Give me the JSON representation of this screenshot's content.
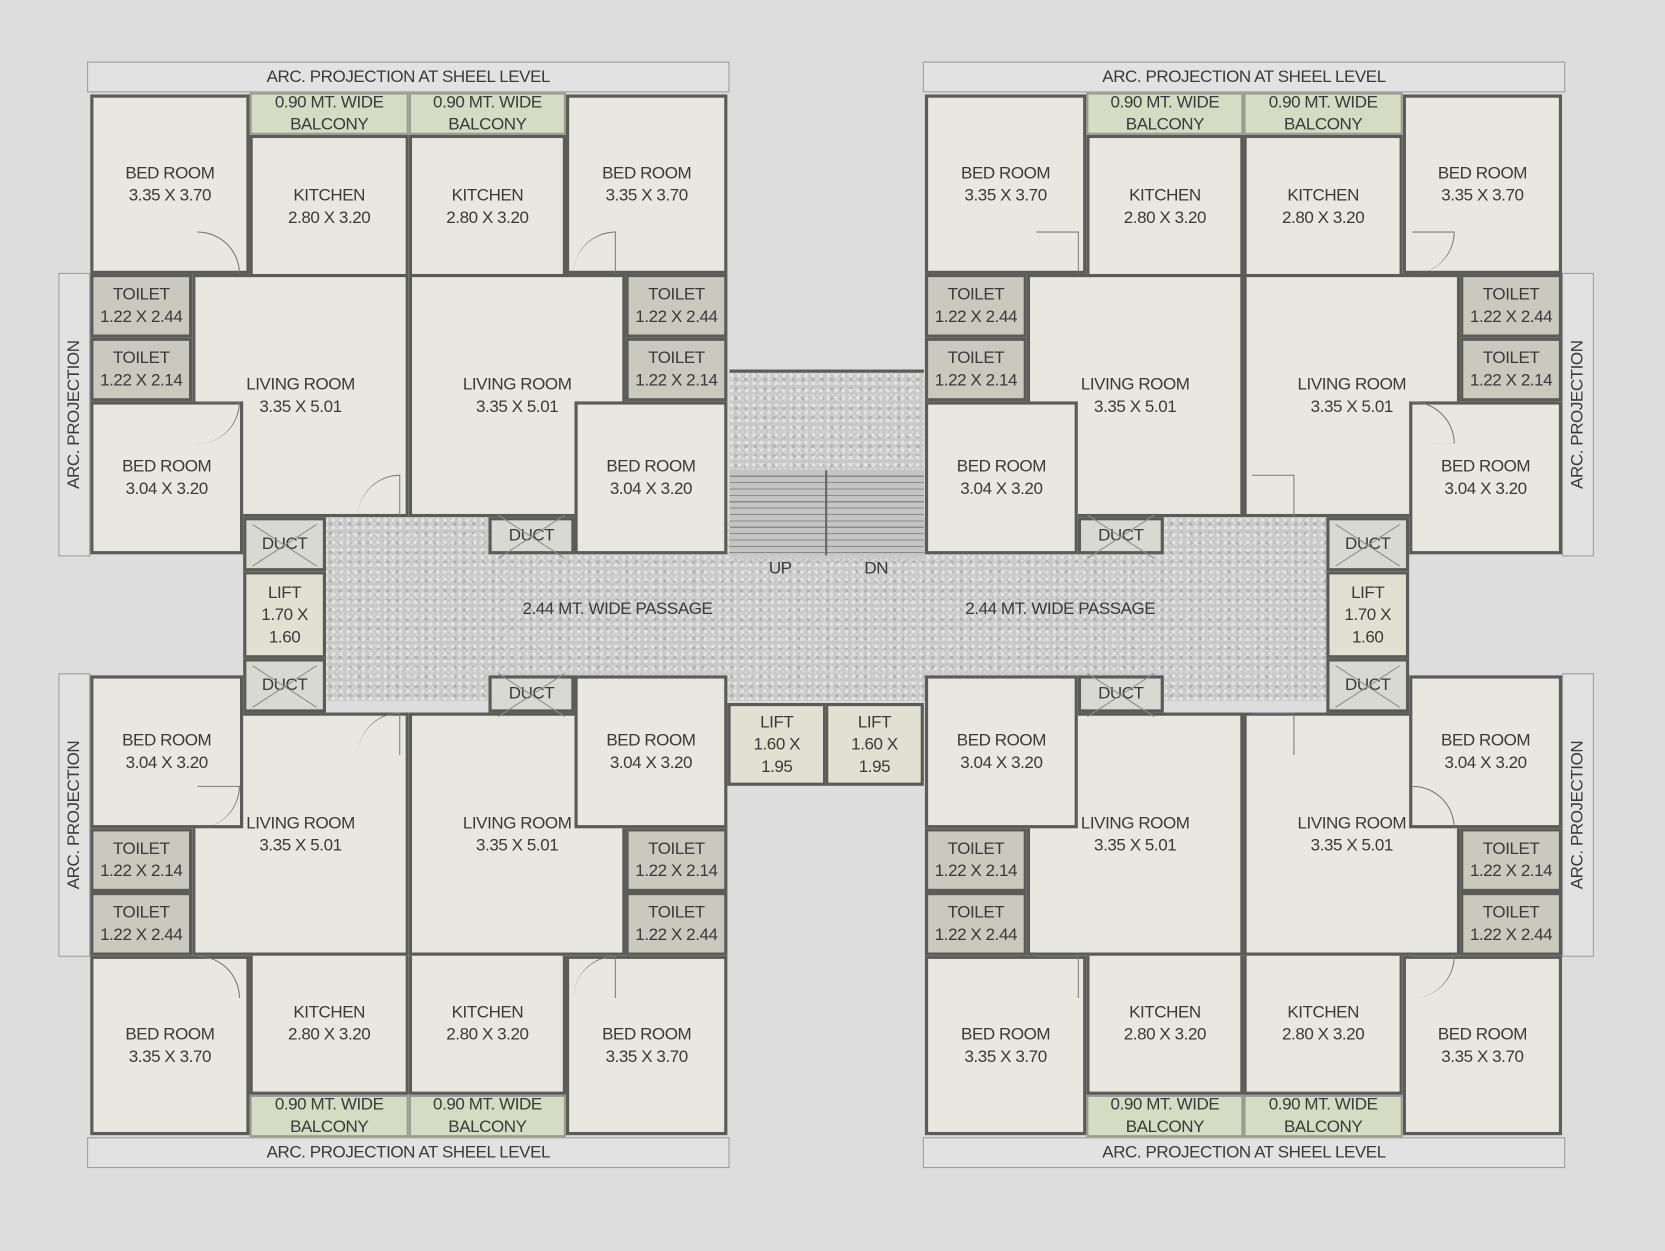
{
  "units": [
    {
      "position": "top-left",
      "arc_top": "ARC. PROJECTION AT SHEEL LEVEL",
      "arc_side": "ARC. PROJECTION",
      "rooms": [
        {
          "name": "BED ROOM",
          "size": "3.35 X 3.70"
        },
        {
          "name": "0.90 MT. WIDE",
          "size": "BALCONY"
        },
        {
          "name": "KITCHEN",
          "size": "2.80 X 3.20"
        },
        {
          "name": "0.90 MT. WIDE",
          "size": "BALCONY"
        },
        {
          "name": "KITCHEN",
          "size": "2.80 X 3.20"
        },
        {
          "name": "BED ROOM",
          "size": "3.35 X 3.70"
        },
        {
          "name": "LIVING ROOM",
          "size": "3.35 X 5.01"
        },
        {
          "name": "LIVING ROOM",
          "size": "3.35 X 5.01"
        },
        {
          "name": "TOILET",
          "size": "1.22 X 2.44"
        },
        {
          "name": "TOILET",
          "size": "1.22 X 2.14"
        },
        {
          "name": "TOILET",
          "size": "1.22 X 2.44"
        },
        {
          "name": "TOILET",
          "size": "1.22 X 2.14"
        },
        {
          "name": "BED ROOM",
          "size": "3.04 X 3.20"
        },
        {
          "name": "BED ROOM",
          "size": "3.04 X 3.20"
        },
        {
          "name": "DUCT",
          "size": ""
        },
        {
          "name": "DUCT",
          "size": ""
        }
      ]
    },
    {
      "position": "top-right",
      "arc_top": "ARC. PROJECTION AT SHEEL LEVEL",
      "arc_side": "ARC. PROJECTION",
      "rooms": [
        {
          "name": "BED ROOM",
          "size": "3.35 X 3.70"
        },
        {
          "name": "0.90 MT. WIDE",
          "size": "BALCONY"
        },
        {
          "name": "KITCHEN",
          "size": "2.80 X 3.20"
        },
        {
          "name": "0.90 MT. WIDE",
          "size": "BALCONY"
        },
        {
          "name": "KITCHEN",
          "size": "2.80 X 3.20"
        },
        {
          "name": "BED ROOM",
          "size": "3.35 X 3.70"
        },
        {
          "name": "LIVING ROOM",
          "size": "3.35 X 5.01"
        },
        {
          "name": "LIVING ROOM",
          "size": "3.35 X 5.01"
        },
        {
          "name": "TOILET",
          "size": "1.22 X 2.44"
        },
        {
          "name": "TOILET",
          "size": "1.22 X 2.14"
        },
        {
          "name": "TOILET",
          "size": "1.22 X 2.44"
        },
        {
          "name": "TOILET",
          "size": "1.22 X 2.14"
        },
        {
          "name": "BED ROOM",
          "size": "3.04 X 3.20"
        },
        {
          "name": "BED ROOM",
          "size": "3.04 X 3.20"
        },
        {
          "name": "DUCT",
          "size": ""
        },
        {
          "name": "DUCT",
          "size": ""
        }
      ]
    },
    {
      "position": "bottom-left",
      "arc_top": "ARC. PROJECTION AT SHEEL LEVEL",
      "arc_side": "ARC. PROJECTION",
      "rooms": [
        {
          "name": "BED ROOM",
          "size": "3.35 X 3.70"
        },
        {
          "name": "0.90 MT. WIDE",
          "size": "BALCONY"
        },
        {
          "name": "KITCHEN",
          "size": "2.80 X 3.20"
        },
        {
          "name": "0.90 MT. WIDE",
          "size": "BALCONY"
        },
        {
          "name": "KITCHEN",
          "size": "2.80 X 3.20"
        },
        {
          "name": "BED ROOM",
          "size": "3.35 X 3.70"
        },
        {
          "name": "LIVING ROOM",
          "size": "3.35 X 5.01"
        },
        {
          "name": "LIVING ROOM",
          "size": "3.35 X 5.01"
        },
        {
          "name": "TOILET",
          "size": "1.22 X 2.44"
        },
        {
          "name": "TOILET",
          "size": "1.22 X 2.14"
        },
        {
          "name": "TOILET",
          "size": "1.22 X 2.44"
        },
        {
          "name": "TOILET",
          "size": "1.22 X 2.14"
        },
        {
          "name": "BED ROOM",
          "size": "3.04 X 3.20"
        },
        {
          "name": "BED ROOM",
          "size": "3.04 X 3.20"
        },
        {
          "name": "DUCT",
          "size": ""
        },
        {
          "name": "DUCT",
          "size": ""
        }
      ]
    },
    {
      "position": "bottom-right",
      "arc_top": "ARC. PROJECTION AT SHEEL LEVEL",
      "arc_side": "ARC. PROJECTION",
      "rooms": [
        {
          "name": "BED ROOM",
          "size": "3.35 X 3.70"
        },
        {
          "name": "0.90 MT. WIDE",
          "size": "BALCONY"
        },
        {
          "name": "KITCHEN",
          "size": "2.80 X 3.20"
        },
        {
          "name": "0.90 MT. WIDE",
          "size": "BALCONY"
        },
        {
          "name": "KITCHEN",
          "size": "2.80 X 3.20"
        },
        {
          "name": "BED ROOM",
          "size": "3.35 X 3.70"
        },
        {
          "name": "LIVING ROOM",
          "size": "3.35 X 5.01"
        },
        {
          "name": "LIVING ROOM",
          "size": "3.35 X 5.01"
        },
        {
          "name": "TOILET",
          "size": "1.22 X 2.44"
        },
        {
          "name": "TOILET",
          "size": "1.22 X 2.14"
        },
        {
          "name": "TOILET",
          "size": "1.22 X 2.44"
        },
        {
          "name": "TOILET",
          "size": "1.22 X 2.14"
        },
        {
          "name": "BED ROOM",
          "size": "3.04 X 3.20"
        },
        {
          "name": "BED ROOM",
          "size": "3.04 X 3.20"
        },
        {
          "name": "DUCT",
          "size": ""
        },
        {
          "name": "DUCT",
          "size": ""
        }
      ]
    }
  ],
  "side_lifts": [
    {
      "l1": "LIFT",
      "l2": "1.70 X",
      "l3": "1.60"
    },
    {
      "l1": "LIFT",
      "l2": "1.70 X",
      "l3": "1.60"
    }
  ],
  "core": {
    "passage_left": "2.44 MT. WIDE PASSAGE",
    "passage_right": "2.44 MT. WIDE PASSAGE",
    "stair_up": "UP",
    "stair_down": "DN",
    "lifts": [
      {
        "l1": "LIFT",
        "l2": "1.60 X",
        "l3": "1.95"
      },
      {
        "l1": "LIFT",
        "l2": "1.60 X",
        "l3": "1.95"
      }
    ]
  }
}
